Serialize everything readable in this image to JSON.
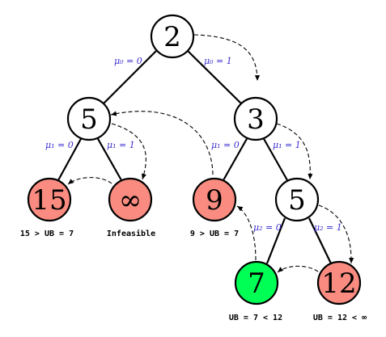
{
  "colors": {
    "open": "#ffffff",
    "pruned": "#f98b80",
    "incumbent": "#00ff55",
    "edge_label": "#3b2fd0"
  },
  "nodes": [
    {
      "id": "n0",
      "label": "2",
      "status": "open"
    },
    {
      "id": "n1",
      "label": "5",
      "status": "open"
    },
    {
      "id": "n2",
      "label": "3",
      "status": "open"
    },
    {
      "id": "n3",
      "label": "15",
      "status": "pruned"
    },
    {
      "id": "n4",
      "label": "∞",
      "status": "pruned"
    },
    {
      "id": "n5",
      "label": "9",
      "status": "pruned"
    },
    {
      "id": "n6",
      "label": "5",
      "status": "open"
    },
    {
      "id": "n7",
      "label": "7",
      "status": "incumbent"
    },
    {
      "id": "n8",
      "label": "12",
      "status": "pruned"
    }
  ],
  "edges": [
    {
      "from": "n0",
      "to": "n1",
      "label": "μ₀ = 0"
    },
    {
      "from": "n0",
      "to": "n2",
      "label": "μ₀ = 1"
    },
    {
      "from": "n1",
      "to": "n3",
      "label": "μ₁ = 0"
    },
    {
      "from": "n1",
      "to": "n4",
      "label": "μ₁ = 1"
    },
    {
      "from": "n2",
      "to": "n5",
      "label": "μ₁ = 0"
    },
    {
      "from": "n2",
      "to": "n6",
      "label": "μ₁ = 1"
    },
    {
      "from": "n6",
      "to": "n7",
      "label": "μ₂ = 0"
    },
    {
      "from": "n6",
      "to": "n8",
      "label": "μ₂ = 1"
    }
  ],
  "notes": {
    "n3": "15 > UB = 7",
    "n4": "Infeasible",
    "n5": "9 > UB = 7",
    "n7": "UB = 7 < 12",
    "n8": "UB = 12 < ∞"
  }
}
